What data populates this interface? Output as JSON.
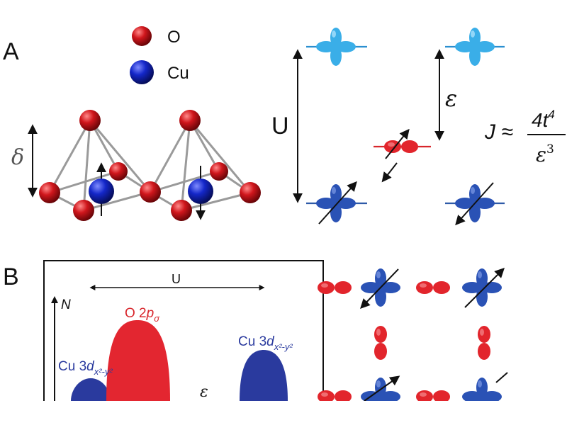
{
  "panelA": {
    "label": "A",
    "legend": [
      {
        "symbol": "O",
        "color": "#d0161c"
      },
      {
        "symbol": "Cu",
        "color": "#1427c9"
      }
    ],
    "delta": "δ",
    "energy": {
      "U": "U",
      "epsilon": "ε",
      "formula_lhs": "J ≈",
      "formula_num": "4t",
      "formula_num_exp": "4",
      "formula_den": "ε",
      "formula_den_exp": "3"
    }
  },
  "panelB": {
    "label": "B",
    "dos": {
      "yaxis": "N",
      "U": "U",
      "epsilon": "ε",
      "o_band": {
        "prefix": "O 2",
        "orbital": "p",
        "sub": "σ"
      },
      "cu_left": {
        "prefix": "Cu 3",
        "orbital": "d",
        "sub": "x²-y²"
      },
      "cu_right": {
        "prefix": "Cu 3",
        "orbital": "d",
        "sub": "x²-y²"
      }
    }
  },
  "colors": {
    "oxygen": "#d0161c",
    "copper": "#1427c9",
    "orbital_light": "#3aaee8",
    "orbital_dark": "#2a52b5",
    "orbital_red": "#e2252c",
    "band_red": "#e32630",
    "band_blue": "#2a3a9e"
  }
}
